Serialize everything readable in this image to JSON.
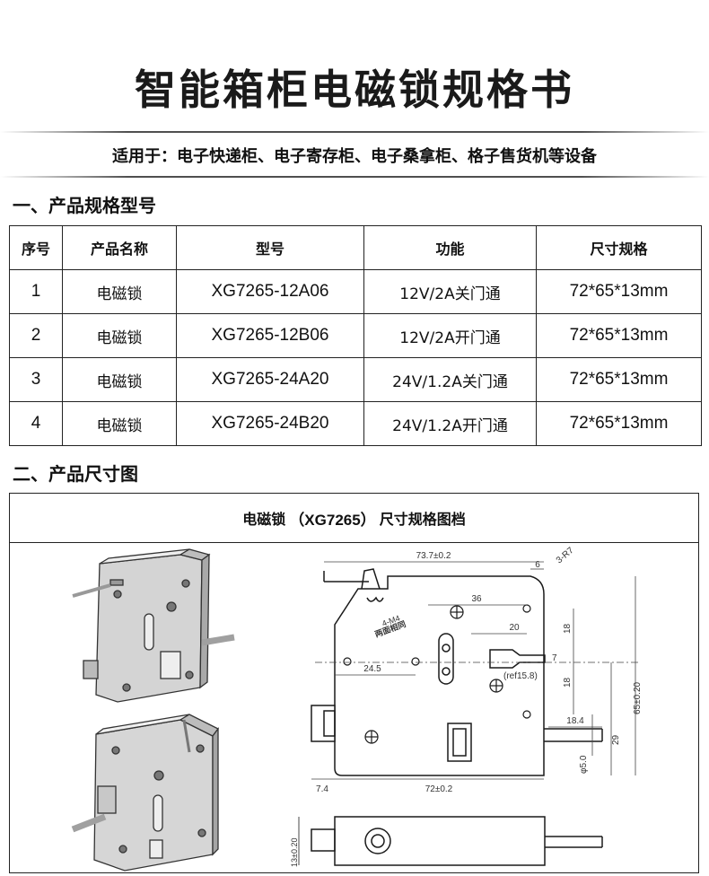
{
  "page": {
    "title": "智能箱柜电磁锁规格书",
    "subtitle": "适用于：电子快递柜、电子寄存柜、电子桑拿柜、格子售货机等设备"
  },
  "section1": {
    "title": "一、产品规格型号",
    "headers": [
      "序号",
      "产品名称",
      "型号",
      "功能",
      "尺寸规格"
    ],
    "rows": [
      [
        "1",
        "电磁锁",
        "XG7265-12A06",
        "12V/2A关门通",
        "72*65*13mm"
      ],
      [
        "2",
        "电磁锁",
        "XG7265-12B06",
        "12V/2A开门通",
        "72*65*13mm"
      ],
      [
        "3",
        "电磁锁",
        "XG7265-24A20",
        "24V/1.2A关门通",
        "72*65*13mm"
      ],
      [
        "4",
        "电磁锁",
        "XG7265-24B20",
        "24V/1.2A开门通",
        "72*65*13mm"
      ]
    ]
  },
  "section2": {
    "title": "二、产品尺寸图",
    "box_title_prefix": "电磁锁",
    "box_title_model": "（XG7265）",
    "box_title_suffix": "尺寸规格图档"
  },
  "drawing": {
    "dims": {
      "width_top": "73.7±0.2",
      "d6": "6",
      "r7": "3-R7",
      "d36": "36",
      "d20": "20",
      "d18a": "18",
      "d18b": "18",
      "d7": "7",
      "d24_5": "24.5",
      "ref": "(ref15.8)",
      "holes": "4-M4",
      "holes_note": "两面相同",
      "height": "65±0.20",
      "d29": "29",
      "phi5": "φ5.0",
      "d18_4": "18.4",
      "d7_4": "7.4",
      "width_bottom": "72±0.2",
      "thickness": "13±0.20"
    }
  }
}
